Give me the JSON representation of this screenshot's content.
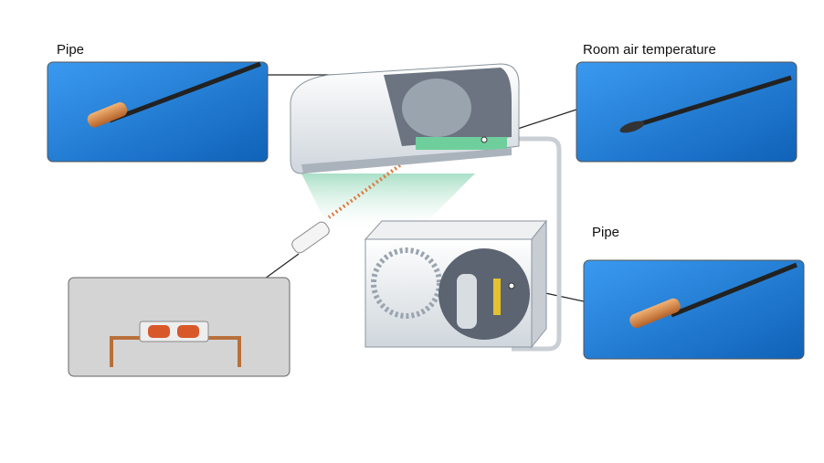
{
  "labels": {
    "pipe_indoor": "Pipe",
    "room_air": "Room air temperature",
    "pipe_outdoor": "Pipe"
  },
  "colors": {
    "panel_blue": "#1f7fd6",
    "copper": "#d9823e",
    "gray_panel": "#d4d4d4"
  }
}
